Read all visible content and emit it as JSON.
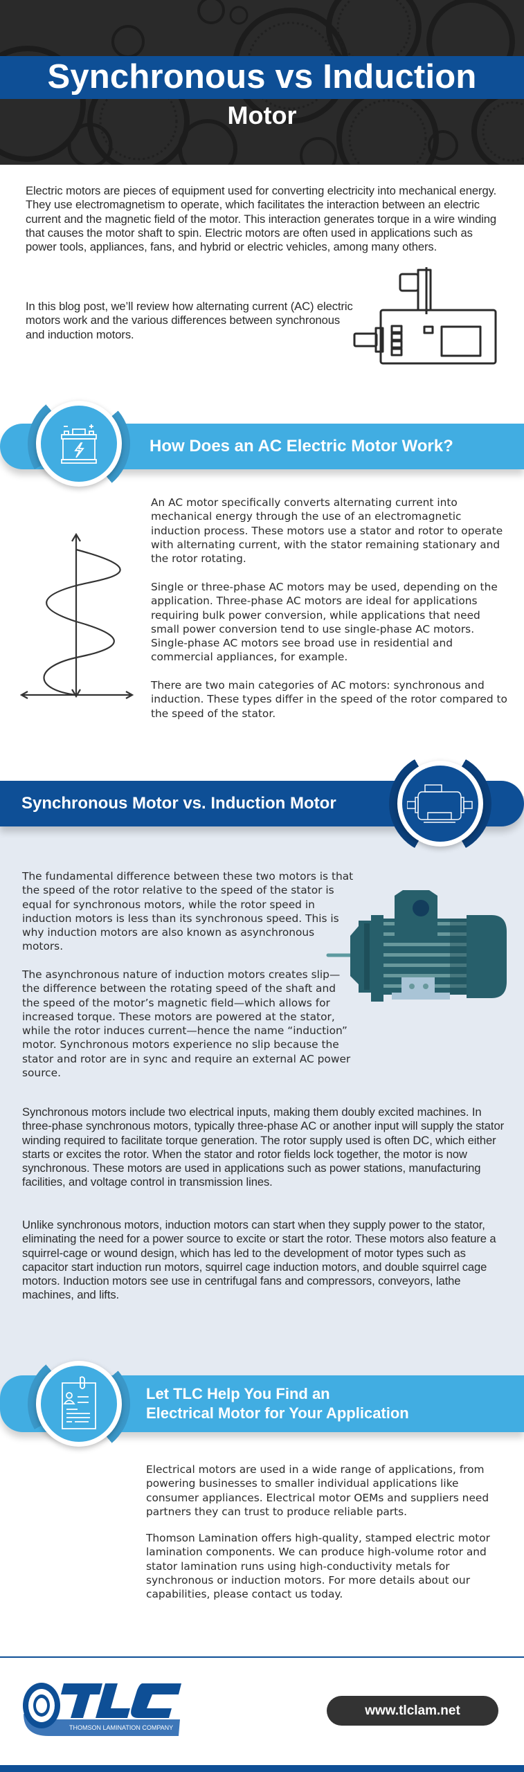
{
  "hero": {
    "title_line1": "Synchronous vs Induction",
    "title_line2": "Motor",
    "colors": {
      "band": "#0e4f96",
      "background": "#2a2a2a"
    }
  },
  "intro": {
    "paragraph1": "Electric motors are pieces of equipment used for converting electricity into mechanical energy. They use electromagnetism to operate, which facilitates the interaction between an electric current and the magnetic field of the motor. This interaction generates torque in a wire winding that causes the motor shaft to spin. Electric motors are often used in applications such as power tools, appliances, fans, and hybrid or electric vehicles, among many others.",
    "paragraph2": "In this blog post, we’ll review how alternating current (AC) electric motors work and the various differences between synchronous and induction motors.",
    "icon": "motor-outline-icon"
  },
  "section_how": {
    "title": "How Does an AC Electric Motor Work?",
    "icon": "battery-icon",
    "illustration": "sine-wave-icon",
    "color": "#41ade2",
    "paragraphs": [
      "An AC motor specifically converts alternating current into mechanical energy through the use of an electromagnetic induction process. These motors use a stator and rotor to operate with alternating current, with the stator remaining stationary and the rotor rotating.",
      "Single or three-phase AC motors may be used, depending on the application. Three-phase AC motors are ideal for applications requiring bulk power conversion, while applications that need small power conversion tend to use single-phase AC motors. Single-phase AC motors see broad use in residential and commercial appliances, for example.",
      "There are two main categories of AC motors: synchronous and induction. These types differ in the speed of the rotor compared to the speed of the stator."
    ]
  },
  "section_vs": {
    "title": "Synchronous Motor vs. Induction Motor",
    "icon": "electric-motor-icon",
    "illustration": "teal-motor-icon",
    "color": "#0e4f96",
    "paragraphs": [
      "The fundamental difference between these two motors is that the speed of the rotor relative to the speed of the stator is equal for synchronous motors, while the rotor speed in induction motors is less than its synchronous speed. This is why induction motors are also known as asynchronous motors.",
      "The asynchronous nature of induction motors creates slip—the difference between the rotating speed of the shaft and the speed of the motor’s magnetic field—which allows for increased torque. These motors are powered at the stator, while the rotor induces current—hence the name “induction” motor. Synchronous motors experience no slip because the stator and rotor are in sync and require an external AC power source.",
      "Synchronous motors include two electrical inputs, making them doubly excited machines. In three-phase synchronous motors, typically three-phase AC or another input will supply the stator winding required to facilitate torque generation. The rotor supply used is often DC, which either starts or excites the rotor. When the stator and rotor fields lock together, the motor is now synchronous. These motors are used in applications such as power stations, manufacturing facilities, and voltage control in transmission lines.",
      "Unlike synchronous motors, induction motors can start when they supply power to the stator, eliminating the need for a power source to excite or start the rotor. These motors also feature a squirrel-cage or wound design, which has led to the development of motor types such as capacitor start induction run motors, squirrel cage induction motors, and double squirrel cage motors. Induction motors see use in centrifugal fans and compressors, conveyors, lathe machines, and lifts."
    ]
  },
  "section_cta": {
    "title_line1": "Let TLC Help You Find an",
    "title_line2": "Electrical Motor for Your Application",
    "icon": "document-profile-icon",
    "color": "#41ade2",
    "paragraphs": [
      "Electrical motors are used in a wide range of applications, from powering businesses to smaller individual applications like consumer appliances. Electrical motor OEMs and suppliers need partners they can trust to produce reliable parts.",
      "Thomson Lamination offers high-quality, stamped electric motor lamination components. We can produce high-volume rotor and stator lamination runs using high-conductivity metals for synchronous or induction motors. For more details about our capabilities, please contact us today."
    ]
  },
  "footer": {
    "logo_text": "TLC",
    "logo_tagline": "THOMSON LAMINATION COMPANY",
    "url": "www.tlclam.net",
    "colors": {
      "logo_blue": "#0e4f96",
      "logo_light": "#3d76b8",
      "pill": "#333333"
    }
  }
}
